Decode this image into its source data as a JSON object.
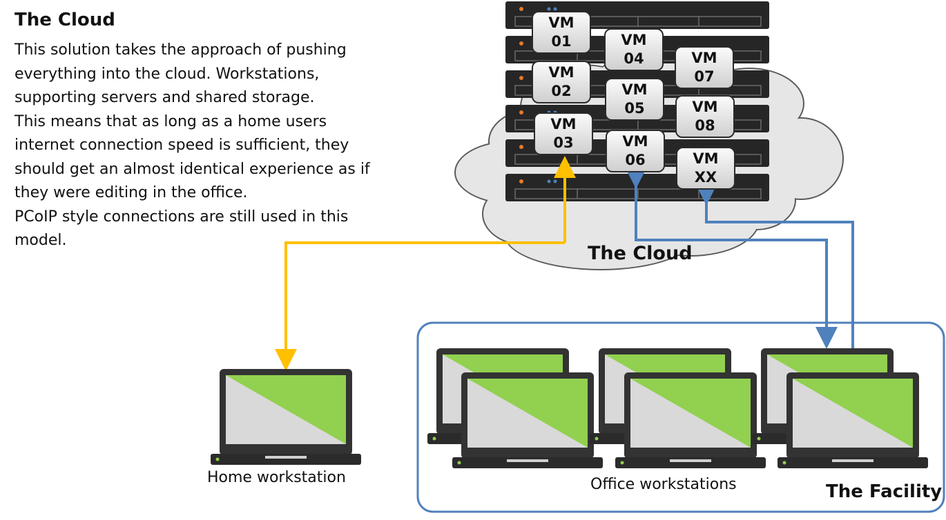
{
  "heading": "The Cloud",
  "description_lines": [
    "This solution takes the approach of pushing",
    "everything into the cloud. Workstations,",
    "supporting servers and shared storage.",
    "This means that as long as a home users",
    "internet connection speed is sufficient, they",
    "should get an almost identical experience as if",
    "they were editing in the office.",
    "PCoIP style connections are still used in this",
    "model."
  ],
  "cloud_label": "The Cloud",
  "vms": [
    {
      "line1": "VM",
      "line2": "01"
    },
    {
      "line1": "VM",
      "line2": "02"
    },
    {
      "line1": "VM",
      "line2": "03"
    },
    {
      "line1": "VM",
      "line2": "04"
    },
    {
      "line1": "VM",
      "line2": "05"
    },
    {
      "line1": "VM",
      "line2": "06"
    },
    {
      "line1": "VM",
      "line2": "07"
    },
    {
      "line1": "VM",
      "line2": "08"
    },
    {
      "line1": "VM",
      "line2": "XX"
    }
  ],
  "home_label": "Home workstation",
  "office_label": "Office workstations",
  "facility_label": "The Facility",
  "colors": {
    "home_link": "#FFC000",
    "office_link": "#4F81BD",
    "facility_border": "#4F81BD",
    "screen_green": "#92D050",
    "screen_gray": "#D9D9D9",
    "rack": "#262626",
    "cloud_fill": "#E6E6E6"
  }
}
